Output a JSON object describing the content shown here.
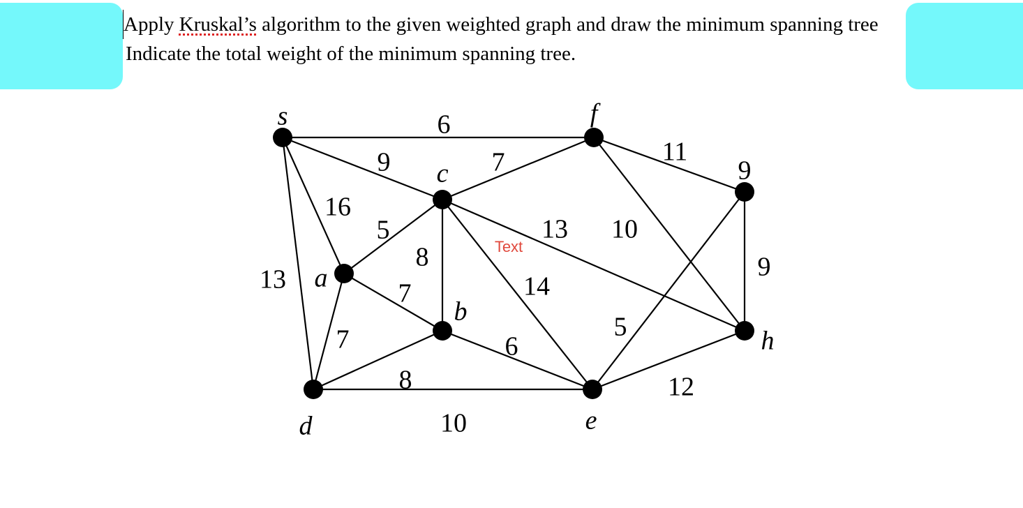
{
  "question": {
    "line1_word": "Kruskal’s",
    "line1_before": "Apply ",
    "line1_after": " algorithm to the given weighted graph and draw the minimum spanning tree",
    "line2": "Indicate the total weight of the minimum spanning tree."
  },
  "graph": {
    "nodes": [
      {
        "id": "s",
        "label": "s"
      },
      {
        "id": "f",
        "label": "f"
      },
      {
        "id": "c",
        "label": "c"
      },
      {
        "id": "g",
        "label": ""
      },
      {
        "id": "a",
        "label": "a"
      },
      {
        "id": "b",
        "label": "b"
      },
      {
        "id": "h",
        "label": "h"
      },
      {
        "id": "d",
        "label": "d"
      },
      {
        "id": "e",
        "label": "e"
      }
    ],
    "edges": [
      {
        "from": "s",
        "to": "f",
        "weight": "6"
      },
      {
        "from": "s",
        "to": "c",
        "weight": "9"
      },
      {
        "from": "s",
        "to": "a",
        "weight": "16"
      },
      {
        "from": "s",
        "to": "d",
        "weight": "13"
      },
      {
        "from": "c",
        "to": "f",
        "weight": "7"
      },
      {
        "from": "f",
        "to": "g",
        "weight": "11"
      },
      {
        "from": "f",
        "to": "h",
        "weight": "10"
      },
      {
        "from": "g",
        "to": "h",
        "weight": "9"
      },
      {
        "from": "g",
        "to": "e",
        "weight": "5"
      },
      {
        "from": "c",
        "to": "h",
        "weight": "13"
      },
      {
        "from": "a",
        "to": "c",
        "weight": "5"
      },
      {
        "from": "c",
        "to": "b",
        "weight": "8"
      },
      {
        "from": "c",
        "to": "e",
        "weight": "14"
      },
      {
        "from": "a",
        "to": "b",
        "weight": "7"
      },
      {
        "from": "a",
        "to": "d",
        "weight": "7"
      },
      {
        "from": "d",
        "to": "b",
        "weight": "8"
      },
      {
        "from": "b",
        "to": "e",
        "weight": "6"
      },
      {
        "from": "d",
        "to": "e",
        "weight": "10"
      },
      {
        "from": "e",
        "to": "h",
        "weight": "12"
      }
    ],
    "extra_label": "9",
    "annotation": "Text",
    "edge_color": "#000000",
    "annotation_color": "#e0493d"
  }
}
